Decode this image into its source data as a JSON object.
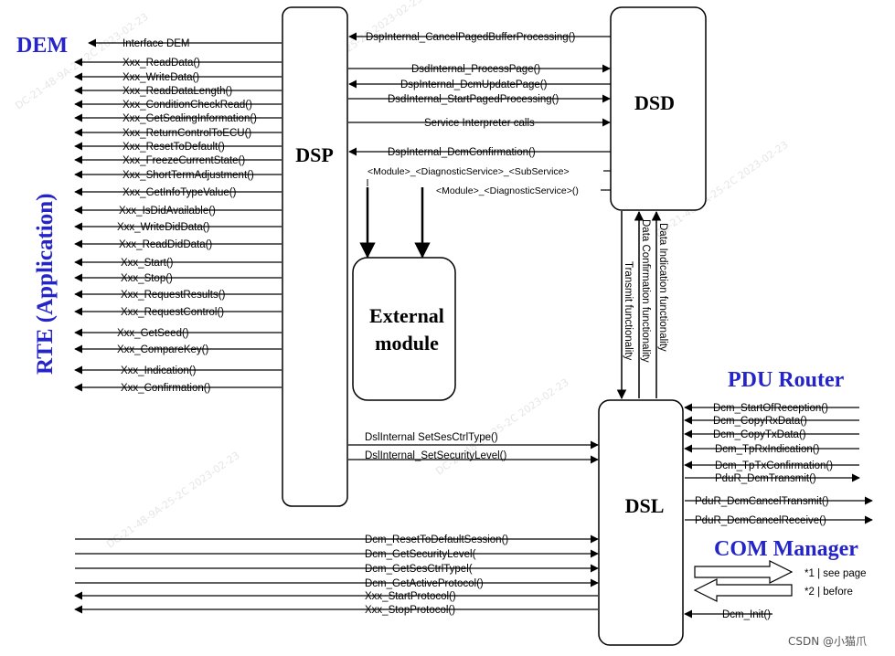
{
  "boxes": {
    "dsp": "DSP",
    "dsd": "DSD",
    "dsl": "DSL",
    "external_line1": "External",
    "external_line2": "module"
  },
  "groups": {
    "dem": "DEM",
    "rte": "RTE (Application)",
    "pdu_router": "PDU Router",
    "com_manager": "COM Manager"
  },
  "dsp_left_calls": [
    "Interface DEM",
    "Xxx_ReadData()",
    "Xxx_WriteData()",
    "Xxx_ReadDataLength()",
    "Xxx_ConditionCheckRead()",
    "Xxx_GetScalingInformation()",
    "Xxx_ReturnControlToECU()",
    "Xxx_ResetToDefault()",
    "Xxx_FreezeCurrentState()",
    "Xxx_ShortTermAdjustment()",
    "Xxx_GetInfoTypeValue()",
    "Xxx_IsDidAvailable()",
    "Xxx_WriteDidData()",
    "Xxx_ReadDidData()",
    "Xxx_Start()",
    "Xxx_Stop()",
    "Xxx_RequestResults()",
    "Xxx_RequestControl()",
    "Xxx_GetSeed()",
    "Xxx_CompareKey()",
    "Xxx_Indication()",
    "Xxx_Confirmation()"
  ],
  "dsp_dsd_calls": [
    "DspInternal_CancelPagedBufferProcessing()",
    "DsdInternal_ProcessPage()",
    "DspInternal_DcmUpdatePage()",
    "DsdInternal_StartPagedProcessing()",
    "Service Interpreter calls",
    "DspInternal_DcmConfirmation()",
    "<Module>_<DiagnosticService>_<SubService>",
    "<Module>_<DiagnosticService>()"
  ],
  "dsp_dsl_calls": [
    "DslInternal  SetSesCtrlType()",
    "DslInternal_SetSecurityLevel()"
  ],
  "dsd_dsl_vertical": [
    "Transmit functionality",
    "Data Confirmation functionality",
    "Data Indication functionality"
  ],
  "dsl_left_calls": [
    "Dcm_ResetToDefaultSession()",
    "Dcm_GetSecurityLevel(",
    "Dcm_GetSesCtrlTypel(",
    "Dcm_GetActiveProtocol()",
    "Xxx_StartProtocol()",
    "Xxx_StopProtocol()"
  ],
  "pdu_calls": [
    "Dcm_StartOfReception()",
    "Dcm_CopyRxData()",
    "Dcm_CopyTxData()",
    "Dcm_TpRxIndication()",
    "Dcm_TpTxConfirmation()",
    "PduR_DcmTransmit()",
    "PduR_DcmCancelTransmit()",
    "PduR_DcmCancelReceive()"
  ],
  "legend": {
    "item1": "*1 | see page",
    "item2": "*2 | before"
  },
  "com_call": "Dcm_Init()",
  "watermark": "DC-21-48-9A-25-2C 2023-02-23",
  "credit": "CSDN @小猫爪"
}
